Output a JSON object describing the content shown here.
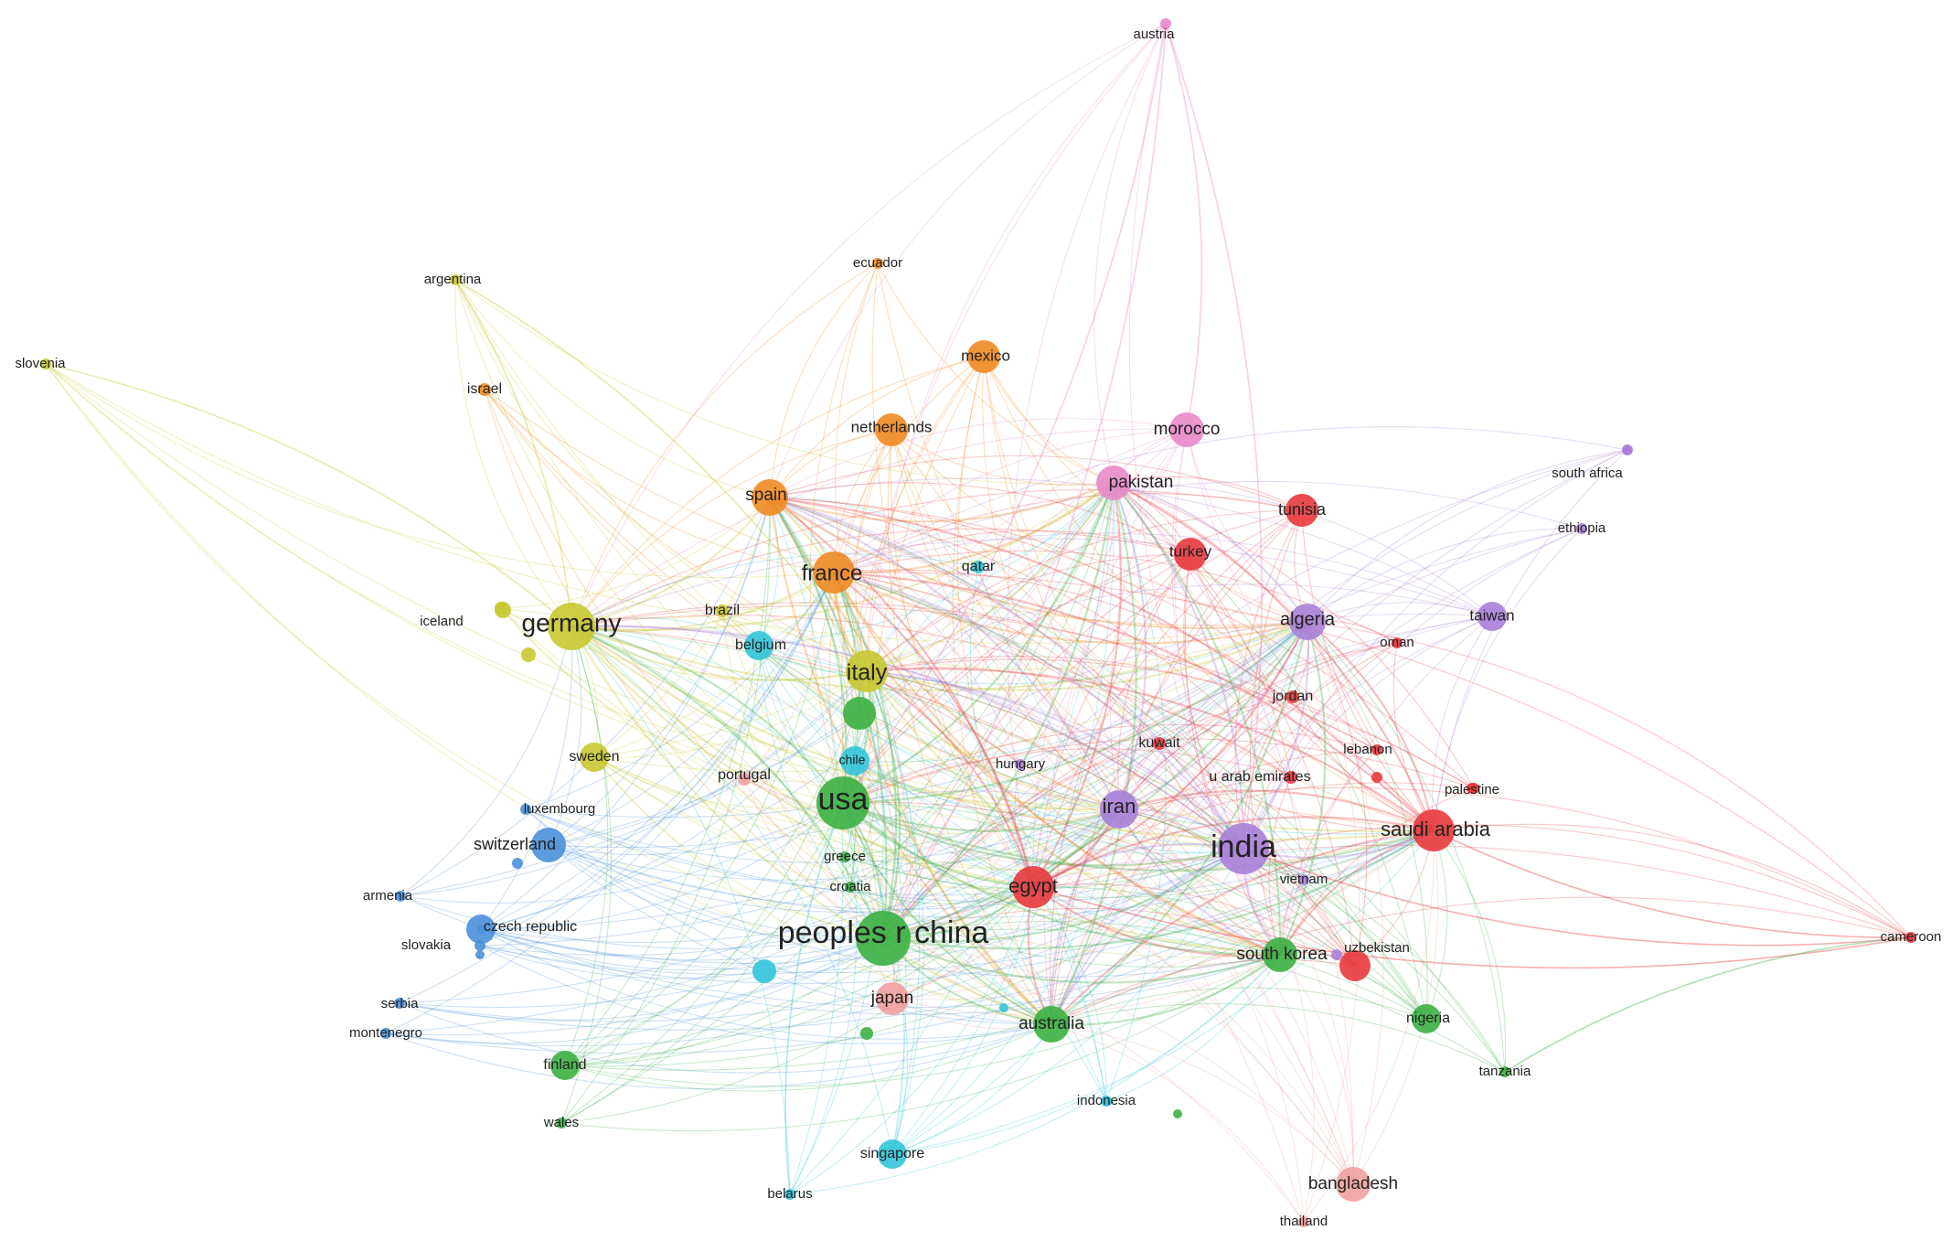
{
  "clusters": {
    "red": "#e8383d",
    "green": "#3cb043",
    "blue": "#4a90d9",
    "yellow": "#c8c832",
    "purple": "#a87fd8",
    "cyan": "#33c5d8",
    "orange": "#f08a24",
    "pink": "#e889c8",
    "salmon": "#f0a0a0"
  },
  "nodes": [
    {
      "id": "austria",
      "label": "austria",
      "cluster": "pink",
      "weight": 1
    },
    {
      "id": "ecuador",
      "label": "ecuador",
      "cluster": "orange",
      "weight": 1
    },
    {
      "id": "argentina",
      "label": "argentina",
      "cluster": "yellow",
      "weight": 1
    },
    {
      "id": "slovenia",
      "label": "slovenia",
      "cluster": "yellow",
      "weight": 1
    },
    {
      "id": "israel",
      "label": "israel",
      "cluster": "orange",
      "weight": 2
    },
    {
      "id": "mexico",
      "label": "mexico",
      "cluster": "orange",
      "weight": 3
    },
    {
      "id": "netherlands",
      "label": "netherlands",
      "cluster": "orange",
      "weight": 3
    },
    {
      "id": "morocco",
      "label": "morocco",
      "cluster": "pink",
      "weight": 4
    },
    {
      "id": "south_africa",
      "label": "south africa",
      "cluster": "purple",
      "weight": 1
    },
    {
      "id": "pakistan",
      "label": "pakistan",
      "cluster": "pink",
      "weight": 4
    },
    {
      "id": "tunisia",
      "label": "tunisia",
      "cluster": "red",
      "weight": 3
    },
    {
      "id": "ethiopia",
      "label": "ethiopia",
      "cluster": "purple",
      "weight": 1
    },
    {
      "id": "spain",
      "label": "spain",
      "cluster": "orange",
      "weight": 4
    },
    {
      "id": "turkey",
      "label": "turkey",
      "cluster": "red",
      "weight": 3
    },
    {
      "id": "france",
      "label": "france",
      "cluster": "orange",
      "weight": 6
    },
    {
      "id": "qatar",
      "label": "qatar",
      "cluster": "cyan",
      "weight": 2
    },
    {
      "id": "iceland",
      "label": "iceland",
      "cluster": "yellow",
      "weight": 2
    },
    {
      "id": "germany",
      "label": "germany",
      "cluster": "yellow",
      "weight": 8
    },
    {
      "id": "brazil",
      "label": "brazil",
      "cluster": "yellow",
      "weight": 2
    },
    {
      "id": "algeria",
      "label": "algeria",
      "cluster": "purple",
      "weight": 4
    },
    {
      "id": "taiwan",
      "label": "taiwan",
      "cluster": "purple",
      "weight": 2
    },
    {
      "id": "oman",
      "label": "oman",
      "cluster": "red",
      "weight": 1
    },
    {
      "id": "belgium",
      "label": "belgium",
      "cluster": "cyan",
      "weight": 2
    },
    {
      "id": "italy",
      "label": "italy",
      "cluster": "yellow",
      "weight": 6
    },
    {
      "id": "jordan",
      "label": "jordan",
      "cluster": "red",
      "weight": 2
    },
    {
      "id": "sweden",
      "label": "sweden",
      "cluster": "yellow",
      "weight": 2
    },
    {
      "id": "chile",
      "label": "chile",
      "cluster": "cyan",
      "weight": 1
    },
    {
      "id": "kuwait",
      "label": "kuwait",
      "cluster": "red",
      "weight": 2
    },
    {
      "id": "lebanon",
      "label": "lebanon",
      "cluster": "red",
      "weight": 1
    },
    {
      "id": "hungary",
      "label": "hungary",
      "cluster": "purple",
      "weight": 1
    },
    {
      "id": "portugal",
      "label": "portugal",
      "cluster": "salmon",
      "weight": 2
    },
    {
      "id": "luxembourg",
      "label": "luxembourg",
      "cluster": "blue",
      "weight": 1
    },
    {
      "id": "uae",
      "label": "u arab emirates",
      "cluster": "red",
      "weight": 2
    },
    {
      "id": "palestine",
      "label": "palestine",
      "cluster": "red",
      "weight": 1
    },
    {
      "id": "usa",
      "label": "usa",
      "cluster": "green",
      "weight": 12
    },
    {
      "id": "iran",
      "label": "iran",
      "cluster": "purple",
      "weight": 5
    },
    {
      "id": "saudi_arabia",
      "label": "saudi arabia",
      "cluster": "red",
      "weight": 7
    },
    {
      "id": "switzerland",
      "label": "switzerland",
      "cluster": "blue",
      "weight": 4
    },
    {
      "id": "india",
      "label": "india",
      "cluster": "purple",
      "weight": 11
    },
    {
      "id": "greece",
      "label": "greece",
      "cluster": "green",
      "weight": 1
    },
    {
      "id": "armenia",
      "label": "armenia",
      "cluster": "blue",
      "weight": 1
    },
    {
      "id": "croatia",
      "label": "croatia",
      "cluster": "green",
      "weight": 1
    },
    {
      "id": "egypt",
      "label": "egypt",
      "cluster": "red",
      "weight": 6
    },
    {
      "id": "vietnam",
      "label": "vietnam",
      "cluster": "purple",
      "weight": 1
    },
    {
      "id": "czech_republic",
      "label": "czech republic",
      "cluster": "blue",
      "weight": 2
    },
    {
      "id": "peoples_r_china",
      "label": "peoples r china",
      "cluster": "green",
      "weight": 14
    },
    {
      "id": "slovakia",
      "label": "slovakia",
      "cluster": "blue",
      "weight": 1
    },
    {
      "id": "south_korea",
      "label": "south korea",
      "cluster": "green",
      "weight": 4
    },
    {
      "id": "uzbekistan",
      "label": "uzbekistan",
      "cluster": "red",
      "weight": 3
    },
    {
      "id": "cameroon",
      "label": "cameroon",
      "cluster": "red",
      "weight": 1
    },
    {
      "id": "japan",
      "label": "japan",
      "cluster": "salmon",
      "weight": 3
    },
    {
      "id": "serbia",
      "label": "serbia",
      "cluster": "blue",
      "weight": 1
    },
    {
      "id": "montenegro",
      "label": "montenegro",
      "cluster": "blue",
      "weight": 1
    },
    {
      "id": "australia",
      "label": "australia",
      "cluster": "green",
      "weight": 5
    },
    {
      "id": "nigeria",
      "label": "nigeria",
      "cluster": "green",
      "weight": 2
    },
    {
      "id": "finland",
      "label": "finland",
      "cluster": "green",
      "weight": 2
    },
    {
      "id": "tanzania",
      "label": "tanzania",
      "cluster": "green",
      "weight": 1
    },
    {
      "id": "indonesia",
      "label": "indonesia",
      "cluster": "cyan",
      "weight": 1
    },
    {
      "id": "wales",
      "label": "wales",
      "cluster": "green",
      "weight": 1
    },
    {
      "id": "singapore",
      "label": "singapore",
      "cluster": "cyan",
      "weight": 2
    },
    {
      "id": "bangladesh",
      "label": "bangladesh",
      "cluster": "salmon",
      "weight": 4
    },
    {
      "id": "belarus",
      "label": "belarus",
      "cluster": "cyan",
      "weight": 1
    },
    {
      "id": "thailand",
      "label": "thailand",
      "cluster": "salmon",
      "weight": 1
    }
  ]
}
